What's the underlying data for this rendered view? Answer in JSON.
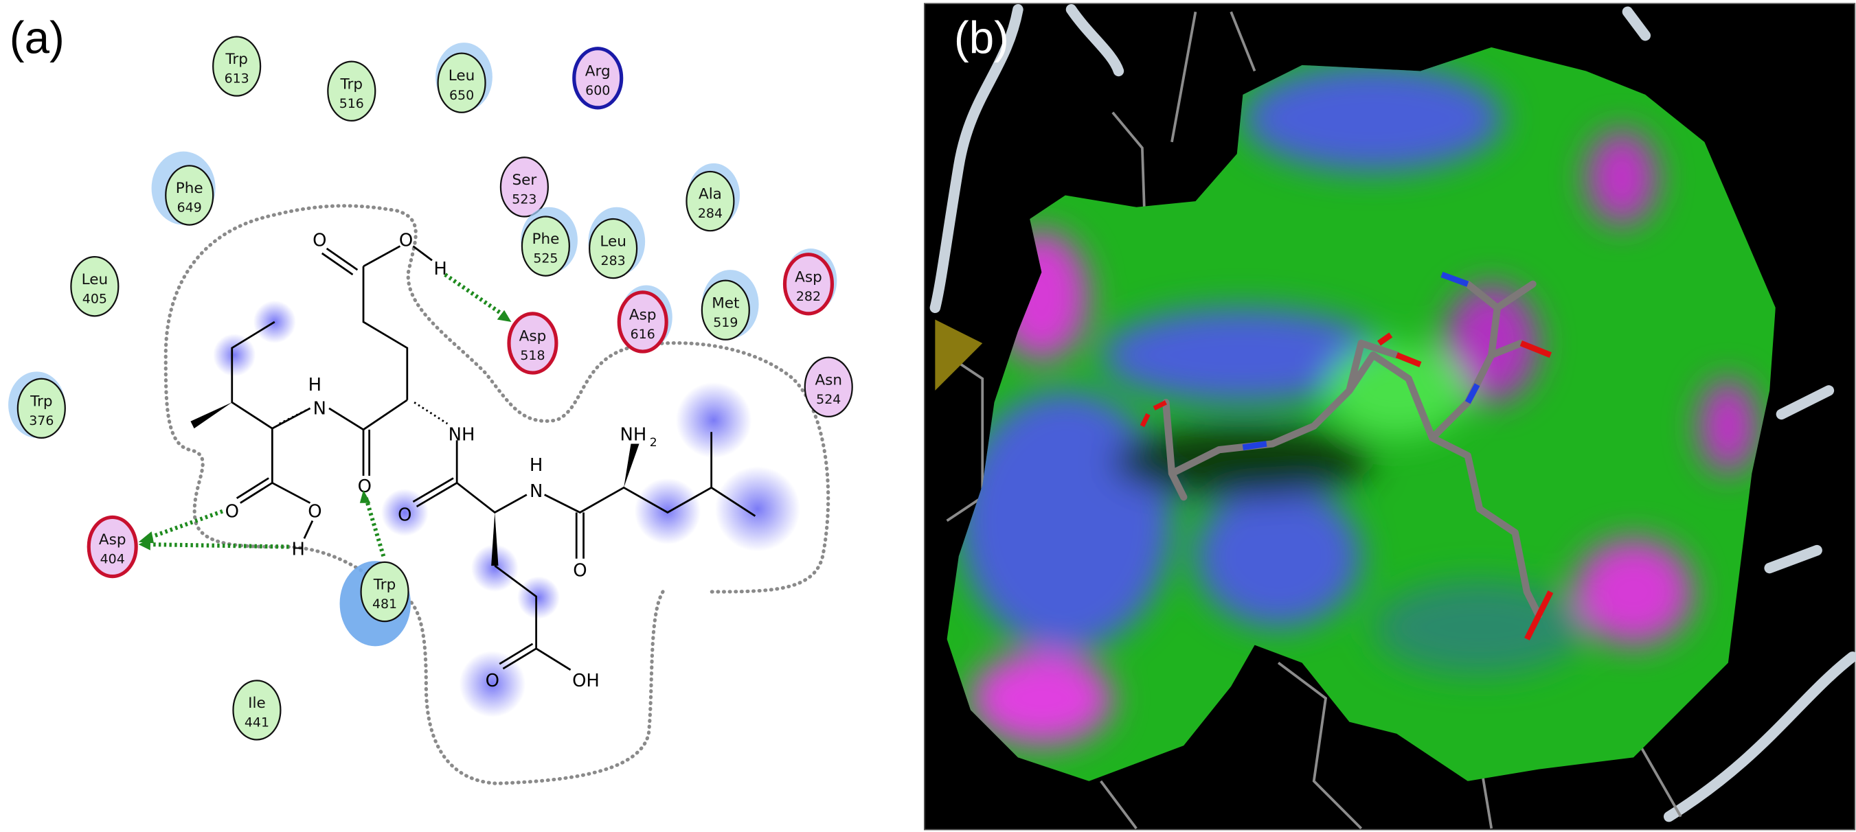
{
  "panels": {
    "a_label": "(a)",
    "b_label": "(b)"
  },
  "residues": [
    {
      "name": "Trp",
      "number": "613",
      "type": "hydrophobic"
    },
    {
      "name": "Trp",
      "number": "516",
      "type": "hydrophobic"
    },
    {
      "name": "Leu",
      "number": "650",
      "type": "hydrophobic"
    },
    {
      "name": "Arg",
      "number": "600",
      "type": "positive"
    },
    {
      "name": "Phe",
      "number": "649",
      "type": "hydrophobic"
    },
    {
      "name": "Ser",
      "number": "523",
      "type": "polar"
    },
    {
      "name": "Ala",
      "number": "284",
      "type": "hydrophobic"
    },
    {
      "name": "Phe",
      "number": "525",
      "type": "hydrophobic"
    },
    {
      "name": "Leu",
      "number": "283",
      "type": "hydrophobic"
    },
    {
      "name": "Leu",
      "number": "405",
      "type": "hydrophobic"
    },
    {
      "name": "Asp",
      "number": "282",
      "type": "negative"
    },
    {
      "name": "Met",
      "number": "519",
      "type": "hydrophobic"
    },
    {
      "name": "Asp",
      "number": "518",
      "type": "negative"
    },
    {
      "name": "Asp",
      "number": "616",
      "type": "negative"
    },
    {
      "name": "Trp",
      "number": "376",
      "type": "hydrophobic"
    },
    {
      "name": "Asn",
      "number": "524",
      "type": "polar"
    },
    {
      "name": "Asp",
      "number": "404",
      "type": "negative"
    },
    {
      "name": "Trp",
      "number": "481",
      "type": "hydrophobic"
    },
    {
      "name": "Ile",
      "number": "441",
      "type": "hydrophobic"
    }
  ],
  "atoms": {
    "o": "O",
    "h": "H",
    "n": "N",
    "nh": "NH",
    "nh2": "NH",
    "nh2_sub": "2",
    "oh": "OH"
  },
  "colors": {
    "hydrophobic": "#cdf3c3",
    "polar": "#ecc8f2",
    "negative_border": "#c8102e",
    "positive_border": "#1a1aa8",
    "hbond": "#1e8a1e",
    "surface_green": "#22c322",
    "surface_blue": "#4a5fd8",
    "surface_magenta": "#d63ad6"
  }
}
